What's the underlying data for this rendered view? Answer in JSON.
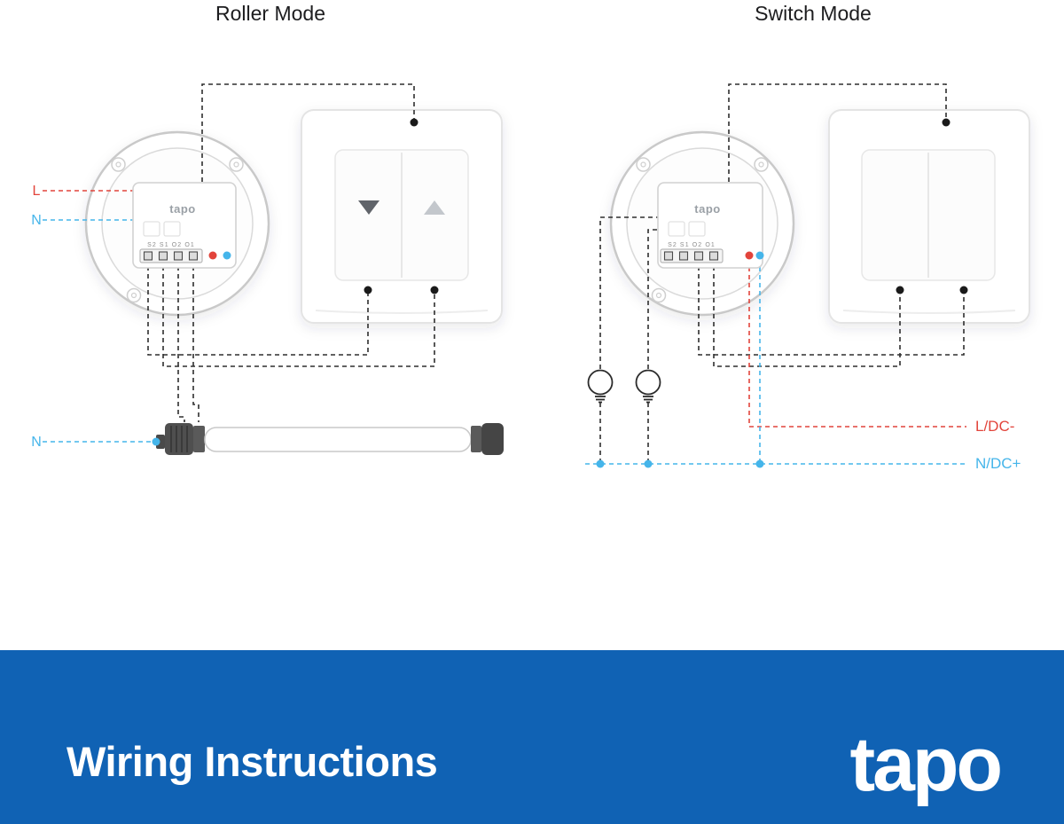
{
  "banner": {
    "title": "Wiring Instructions",
    "brand": "tapo"
  },
  "roller": {
    "title": "Roller Mode",
    "label_live": "L",
    "label_neutral": "N",
    "label_motor_neutral": "N",
    "module_brand": "tapo",
    "module_terminals": "S2 S1 O2 O1"
  },
  "switch": {
    "title": "Switch Mode",
    "label_live": "L/DC-",
    "label_neutral": "N/DC+",
    "module_brand": "tapo",
    "module_terminals": "S2 S1 O2 O1"
  },
  "colors": {
    "banner_blue": "#1062b4",
    "live_red": "#e2443b",
    "neutral_blue": "#45b5ea",
    "wire_black": "#2e2e2e"
  }
}
